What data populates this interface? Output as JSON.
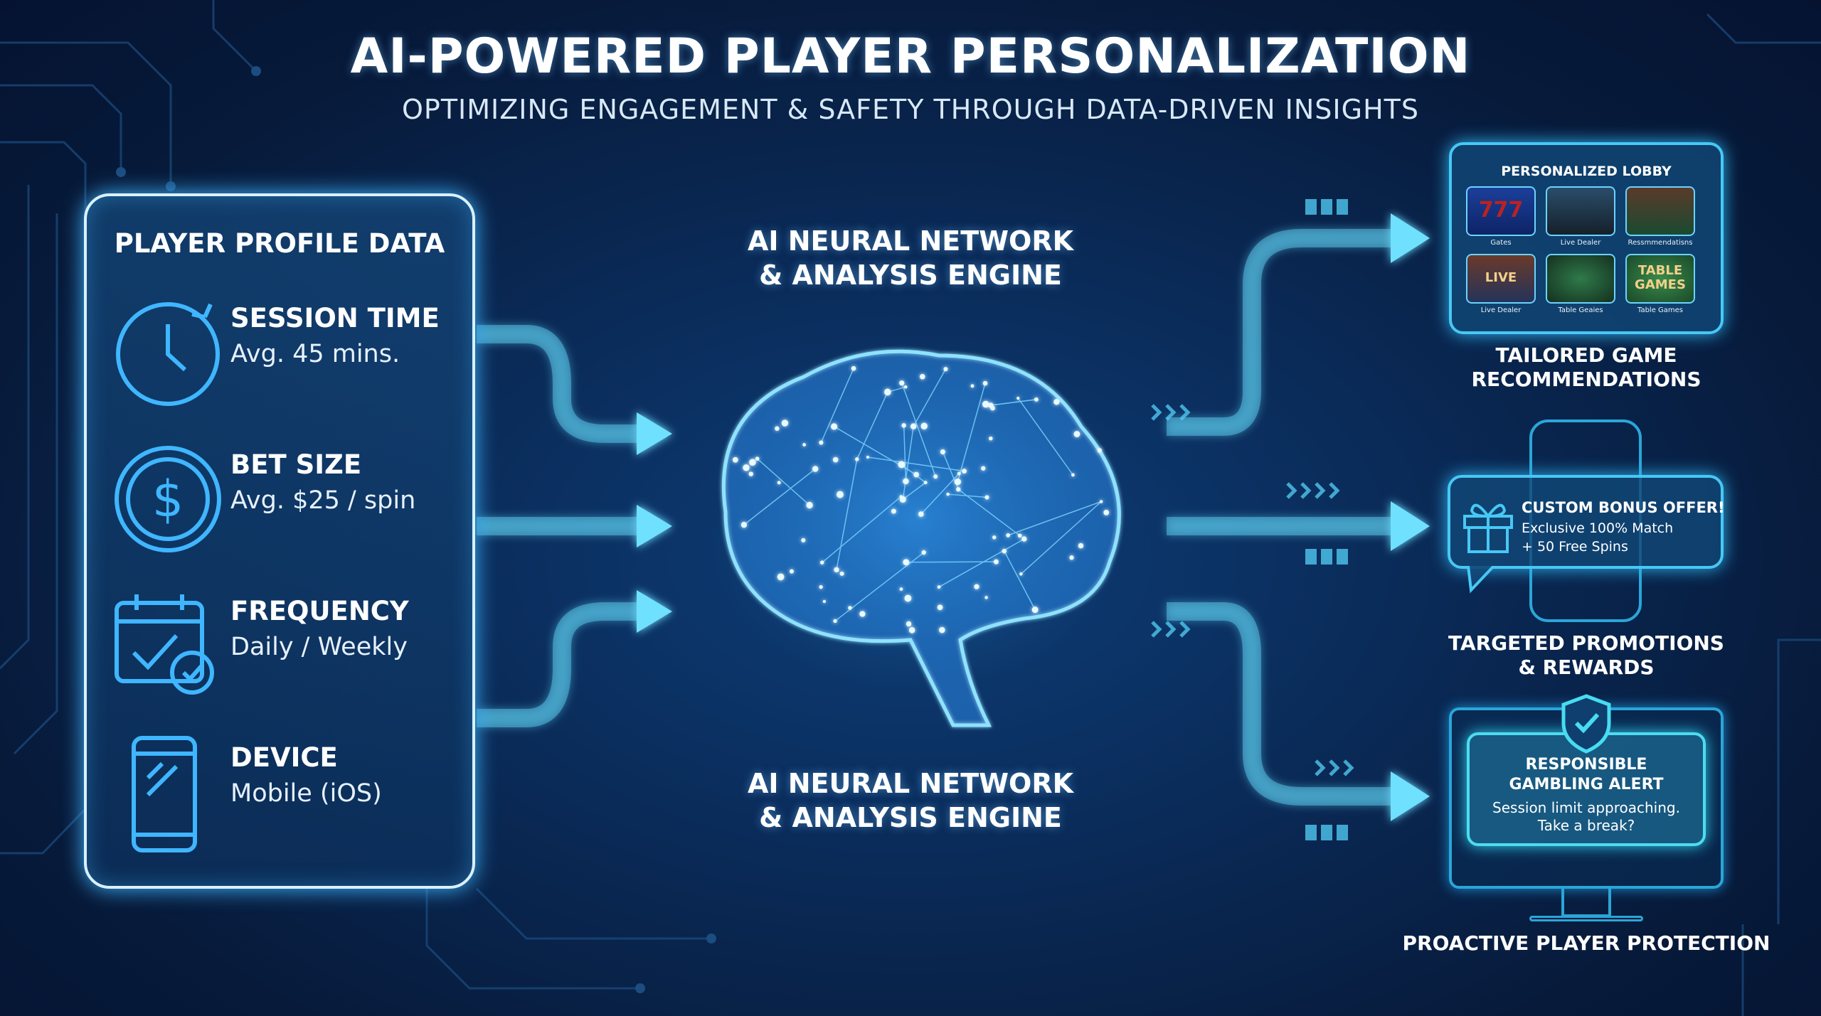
{
  "header": {
    "title": "AI-POWERED PLAYER PERSONALIZATION",
    "subtitle": "OPTIMIZING ENGAGEMENT & SAFETY THROUGH DATA-DRIVEN INSIGHTS"
  },
  "profile": {
    "title": "PLAYER PROFILE DATA",
    "items": [
      {
        "icon": "clock-icon",
        "title": "SESSION TIME",
        "value": "Avg. 45 mins."
      },
      {
        "icon": "dollar-coin-icon",
        "title": "BET SIZE",
        "value": "Avg. $25 / spin"
      },
      {
        "icon": "calendar-check-icon",
        "title": "FREQUENCY",
        "value": "Daily / Weekly"
      },
      {
        "icon": "smartphone-icon",
        "title": "DEVICE",
        "value": "Mobile (iOS)"
      }
    ]
  },
  "engine": {
    "top_line1": "AI NEURAL NETWORK",
    "top_line2": "& ANALYSIS ENGINE",
    "bottom_line1": "AI NEURAL NETWORK",
    "bottom_line2": "& ANALYSIS ENGINE",
    "icon": "brain-network-icon"
  },
  "outputs": {
    "lobby": {
      "title": "PERSONALIZED LOBBY",
      "tiles": [
        {
          "art": "777",
          "label": "Gates"
        },
        {
          "art": "",
          "label": "Live Dealer"
        },
        {
          "art": "",
          "label": "Ressmmendatisns"
        },
        {
          "art": "LIVE",
          "label": "Live Dealer"
        },
        {
          "art": "",
          "label": "Table Geaies"
        },
        {
          "art": "TABLE GAMES",
          "label": "Table Games"
        }
      ],
      "caption_line1": "TAILORED GAME",
      "caption_line2": "RECOMMENDATIONS"
    },
    "bonus": {
      "title": "CUSTOM BONUS OFFER!",
      "line1": "Exclusive 100% Match",
      "line2": "+ 50 Free Spins",
      "caption_line1": "TARGETED PROMOTIONS",
      "caption_line2": "& REWARDS",
      "icon": "gift-icon"
    },
    "alert": {
      "title_line1": "RESPONSIBLE",
      "title_line2": "GAMBLING ALERT",
      "line1": "Session limit approaching.",
      "line2": "Take a break?",
      "caption": "PROACTIVE PLAYER PROTECTION",
      "icon": "shield-check-icon"
    }
  },
  "colors": {
    "accent": "#47c8f5",
    "background": "#0a2a57",
    "glow": "#3fb6ff"
  }
}
